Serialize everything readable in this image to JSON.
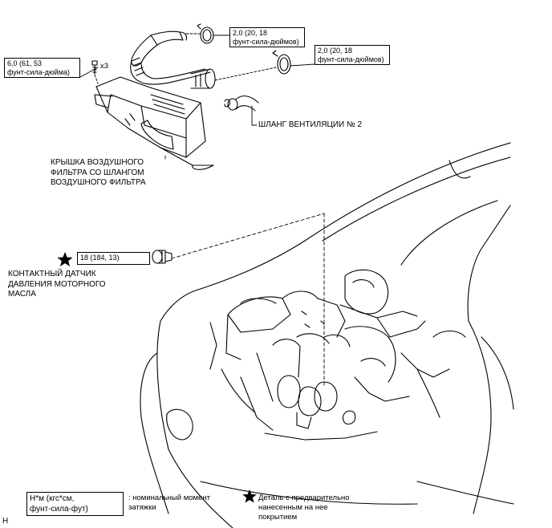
{
  "torques": {
    "clamp1": "2,0 (20, 18\nфунт-сила-дюймов)",
    "clamp2": "2,0 (20, 18\nфунт-сила-дюймов)",
    "bolts": "6,0 (61, 53\nфунт-сила-дюйма)",
    "bolts_qty": "x3",
    "sensor": "18 (184, 13)"
  },
  "labels": {
    "vent_hose": "ШЛАНГ ВЕНТИЛЯЦИИ № 2",
    "air_cleaner_cap": "КРЫШКА ВОЗДУШНОГО\nФИЛЬТРА СО ШЛАНГОМ\nВОЗДУШНОГО ФИЛЬТРА",
    "oil_pressure_switch": "КОНТАКТНЫЙ ДАТЧИК\nДАВЛЕНИЯ МОТОРНОГО\nМАСЛА"
  },
  "legend": {
    "units_box": "Н*м (кгс*см,\nфунт-сила-фут)",
    "units_desc": ": номинальный момент\nзатяжки",
    "precoat_desc": "Деталь с предварительно\nнанесенным на нее\nпокрытием",
    "star_symbol": "★"
  },
  "corner_mark": "H"
}
